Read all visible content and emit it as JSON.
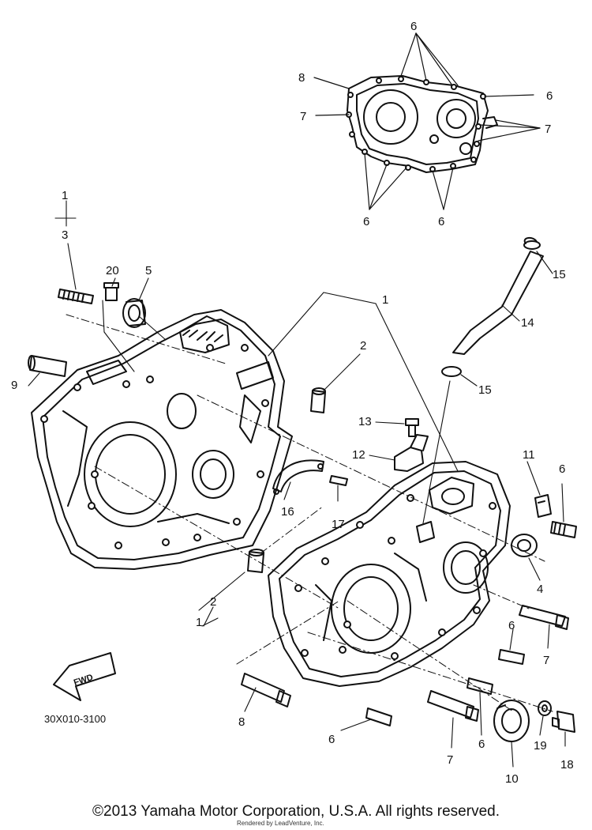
{
  "diagram": {
    "part_code": "30X010-3100",
    "fwd_label": "FWD",
    "copyright": "©2013 Yamaha Motor Corporation, U.S.A. All rights reserved.",
    "rendered_by": "Rendered by LeadVenture, Inc.",
    "callouts": {
      "c6_top": "6",
      "c8_top": "8",
      "c6_right": "6",
      "c7_left": "7",
      "c7_right": "7",
      "c6_bl": "6",
      "c6_br": "6",
      "c1_ref": "1",
      "c3": "3",
      "c20": "20",
      "c5": "5",
      "c1": "1",
      "c2_top": "2",
      "c15_top": "15",
      "c14": "14",
      "c15_mid": "15",
      "c9": "9",
      "c13": "13",
      "c12": "12",
      "c11": "11",
      "c6_r1": "6",
      "c16": "16",
      "c17": "17",
      "c4": "4",
      "c2_bot": "2",
      "c1_bot": "1",
      "c6_r2": "6",
      "c7_r": "7",
      "c8_bot": "8",
      "c6_bot": "6",
      "c7_bot": "7",
      "c6_b2": "6",
      "c10": "10",
      "c19": "19",
      "c18": "18"
    }
  }
}
